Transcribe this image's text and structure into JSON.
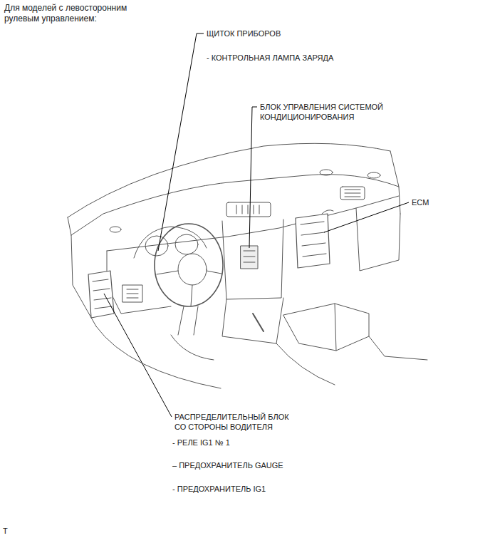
{
  "diagram": {
    "title": "Для моделей с левосторонним рулевым управлением:",
    "labels": [
      "ЩИТОК ПРИБОРОВ",
      "- КОНТРОЛЬНАЯ ЛАМПА ЗАРЯДА",
      "БЛОК УПРАВЛЕНИЯ СИСТЕМОЙ КОНДИЦИОНИРОВАНИЯ",
      "ECM",
      "РАСПРЕДЕЛИТЕЛЬНЫЙ БЛОК СО СТОРОНЫ ВОДИТЕЛЯ",
      "- РЕЛЕ IG1 № 1",
      "– ПРЕДОХРАНИТЕЛЬ GAUGE",
      "- ПРЕДОХРАНИТЕЛЬ IG1",
      "T"
    ]
  }
}
